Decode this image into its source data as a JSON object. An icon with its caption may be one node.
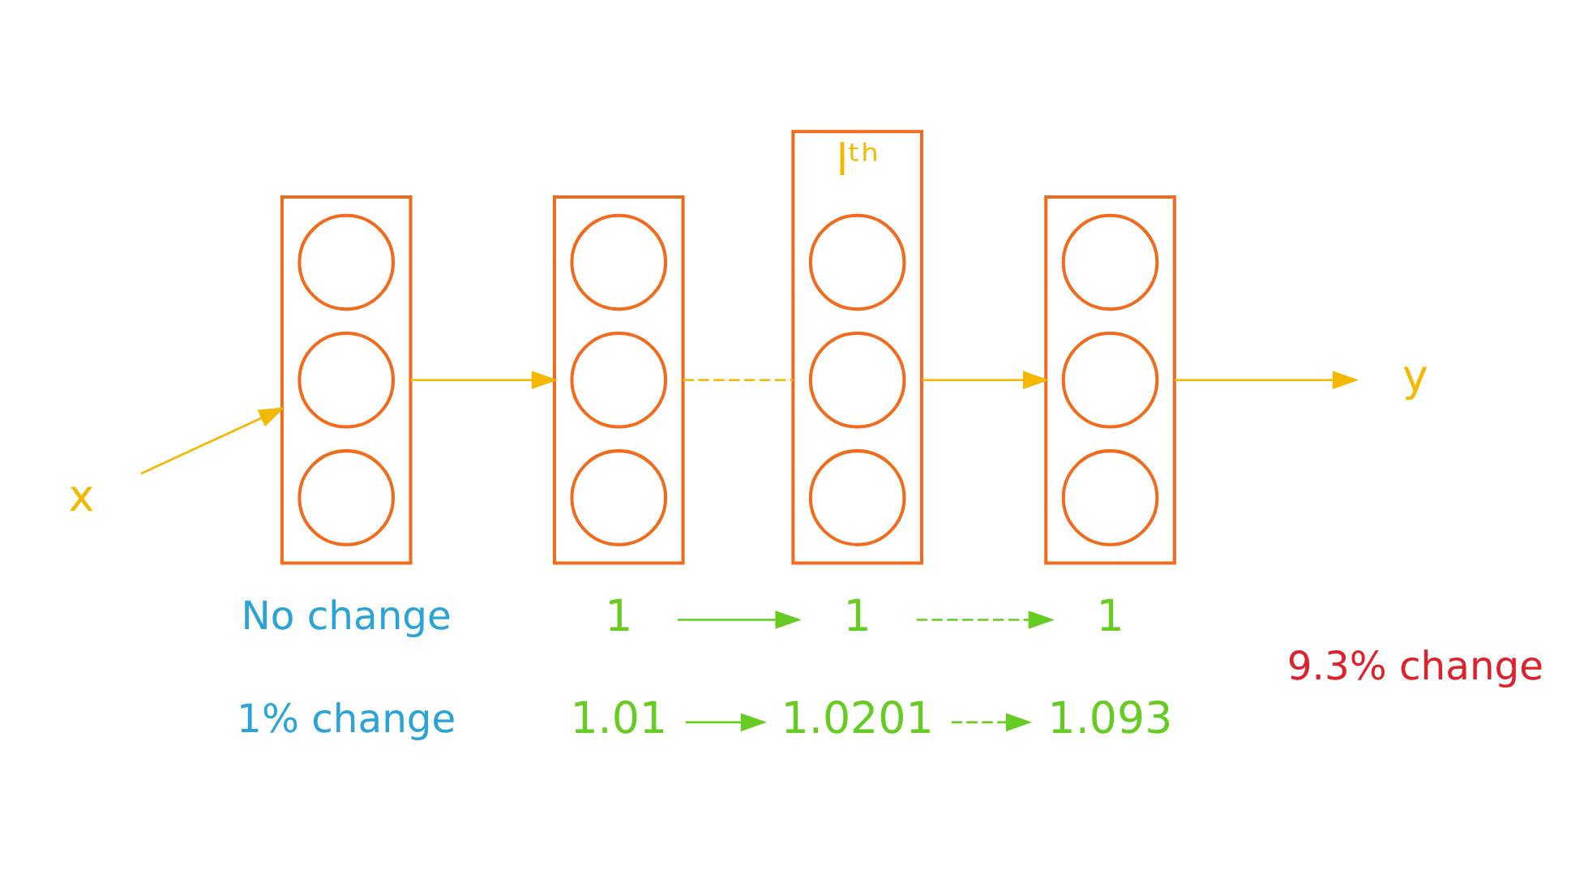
{
  "diagram": {
    "nodes": [
      {
        "text": [
          "x"
        ]
      },
      {
        "text": [],
        "shape": "box"
      },
      {
        "text": [],
        "shape": "circle",
        "in": 1
      },
      {
        "text": [],
        "shape": "circle",
        "in": 1
      },
      {
        "text": [],
        "shape": "circle",
        "in": 1
      },
      {
        "text": [],
        "shape": "box"
      },
      {
        "text": [],
        "shape": "circle",
        "in": 5
      },
      {
        "text": [],
        "shape": "circle",
        "in": 5
      },
      {
        "text": [],
        "shape": "circle",
        "in": 5
      },
      {
        "text": [],
        "shape": "box",
        "beside": [
          "lᵗʰ"
        ]
      },
      {
        "text": [],
        "shape": "circle",
        "in": 9
      },
      {
        "text": [],
        "shape": "circle",
        "in": 9
      },
      {
        "text": [],
        "shape": "circle",
        "in": 9
      },
      {
        "text": [],
        "shape": "box"
      },
      {
        "text": [],
        "shape": "circle",
        "in": 13
      },
      {
        "text": [],
        "shape": "circle",
        "in": 13
      },
      {
        "text": [],
        "shape": "circle",
        "in": 13
      },
      {
        "text": [
          "y"
        ]
      },
      {
        "text": [
          "1"
        ]
      },
      {
        "text": [
          "1"
        ]
      },
      {
        "text": [
          "1"
        ]
      },
      {
        "text": [
          "1.01"
        ]
      },
      {
        "text": [
          "1.0201"
        ]
      },
      {
        "text": [
          "1.093"
        ]
      }
    ],
    "edges": [
      {
        "from": 0,
        "to": 1,
        "arrow": "to"
      },
      {
        "from": 1,
        "to": 5,
        "arrow": "to"
      },
      {
        "from": 5,
        "to": 9,
        "arrow": "none",
        "style": "dashed"
      },
      {
        "from": 9,
        "to": 13,
        "arrow": "to"
      },
      {
        "from": 13,
        "to": 17,
        "arrow": "to"
      },
      {
        "from": 18,
        "to": 19,
        "arrow": "to",
        "color": "#66cc22"
      },
      {
        "from": 19,
        "to": 20,
        "arrow": "to",
        "style": "dashed",
        "color": "#66cc22"
      },
      {
        "from": 21,
        "to": 22,
        "arrow": "to",
        "color": "#66cc22"
      },
      {
        "from": 22,
        "to": 23,
        "arrow": "to",
        "style": "dashed",
        "color": "#66cc22"
      }
    ],
    "labels": [
      "No change",
      "1% change",
      "9.3% change"
    ]
  }
}
